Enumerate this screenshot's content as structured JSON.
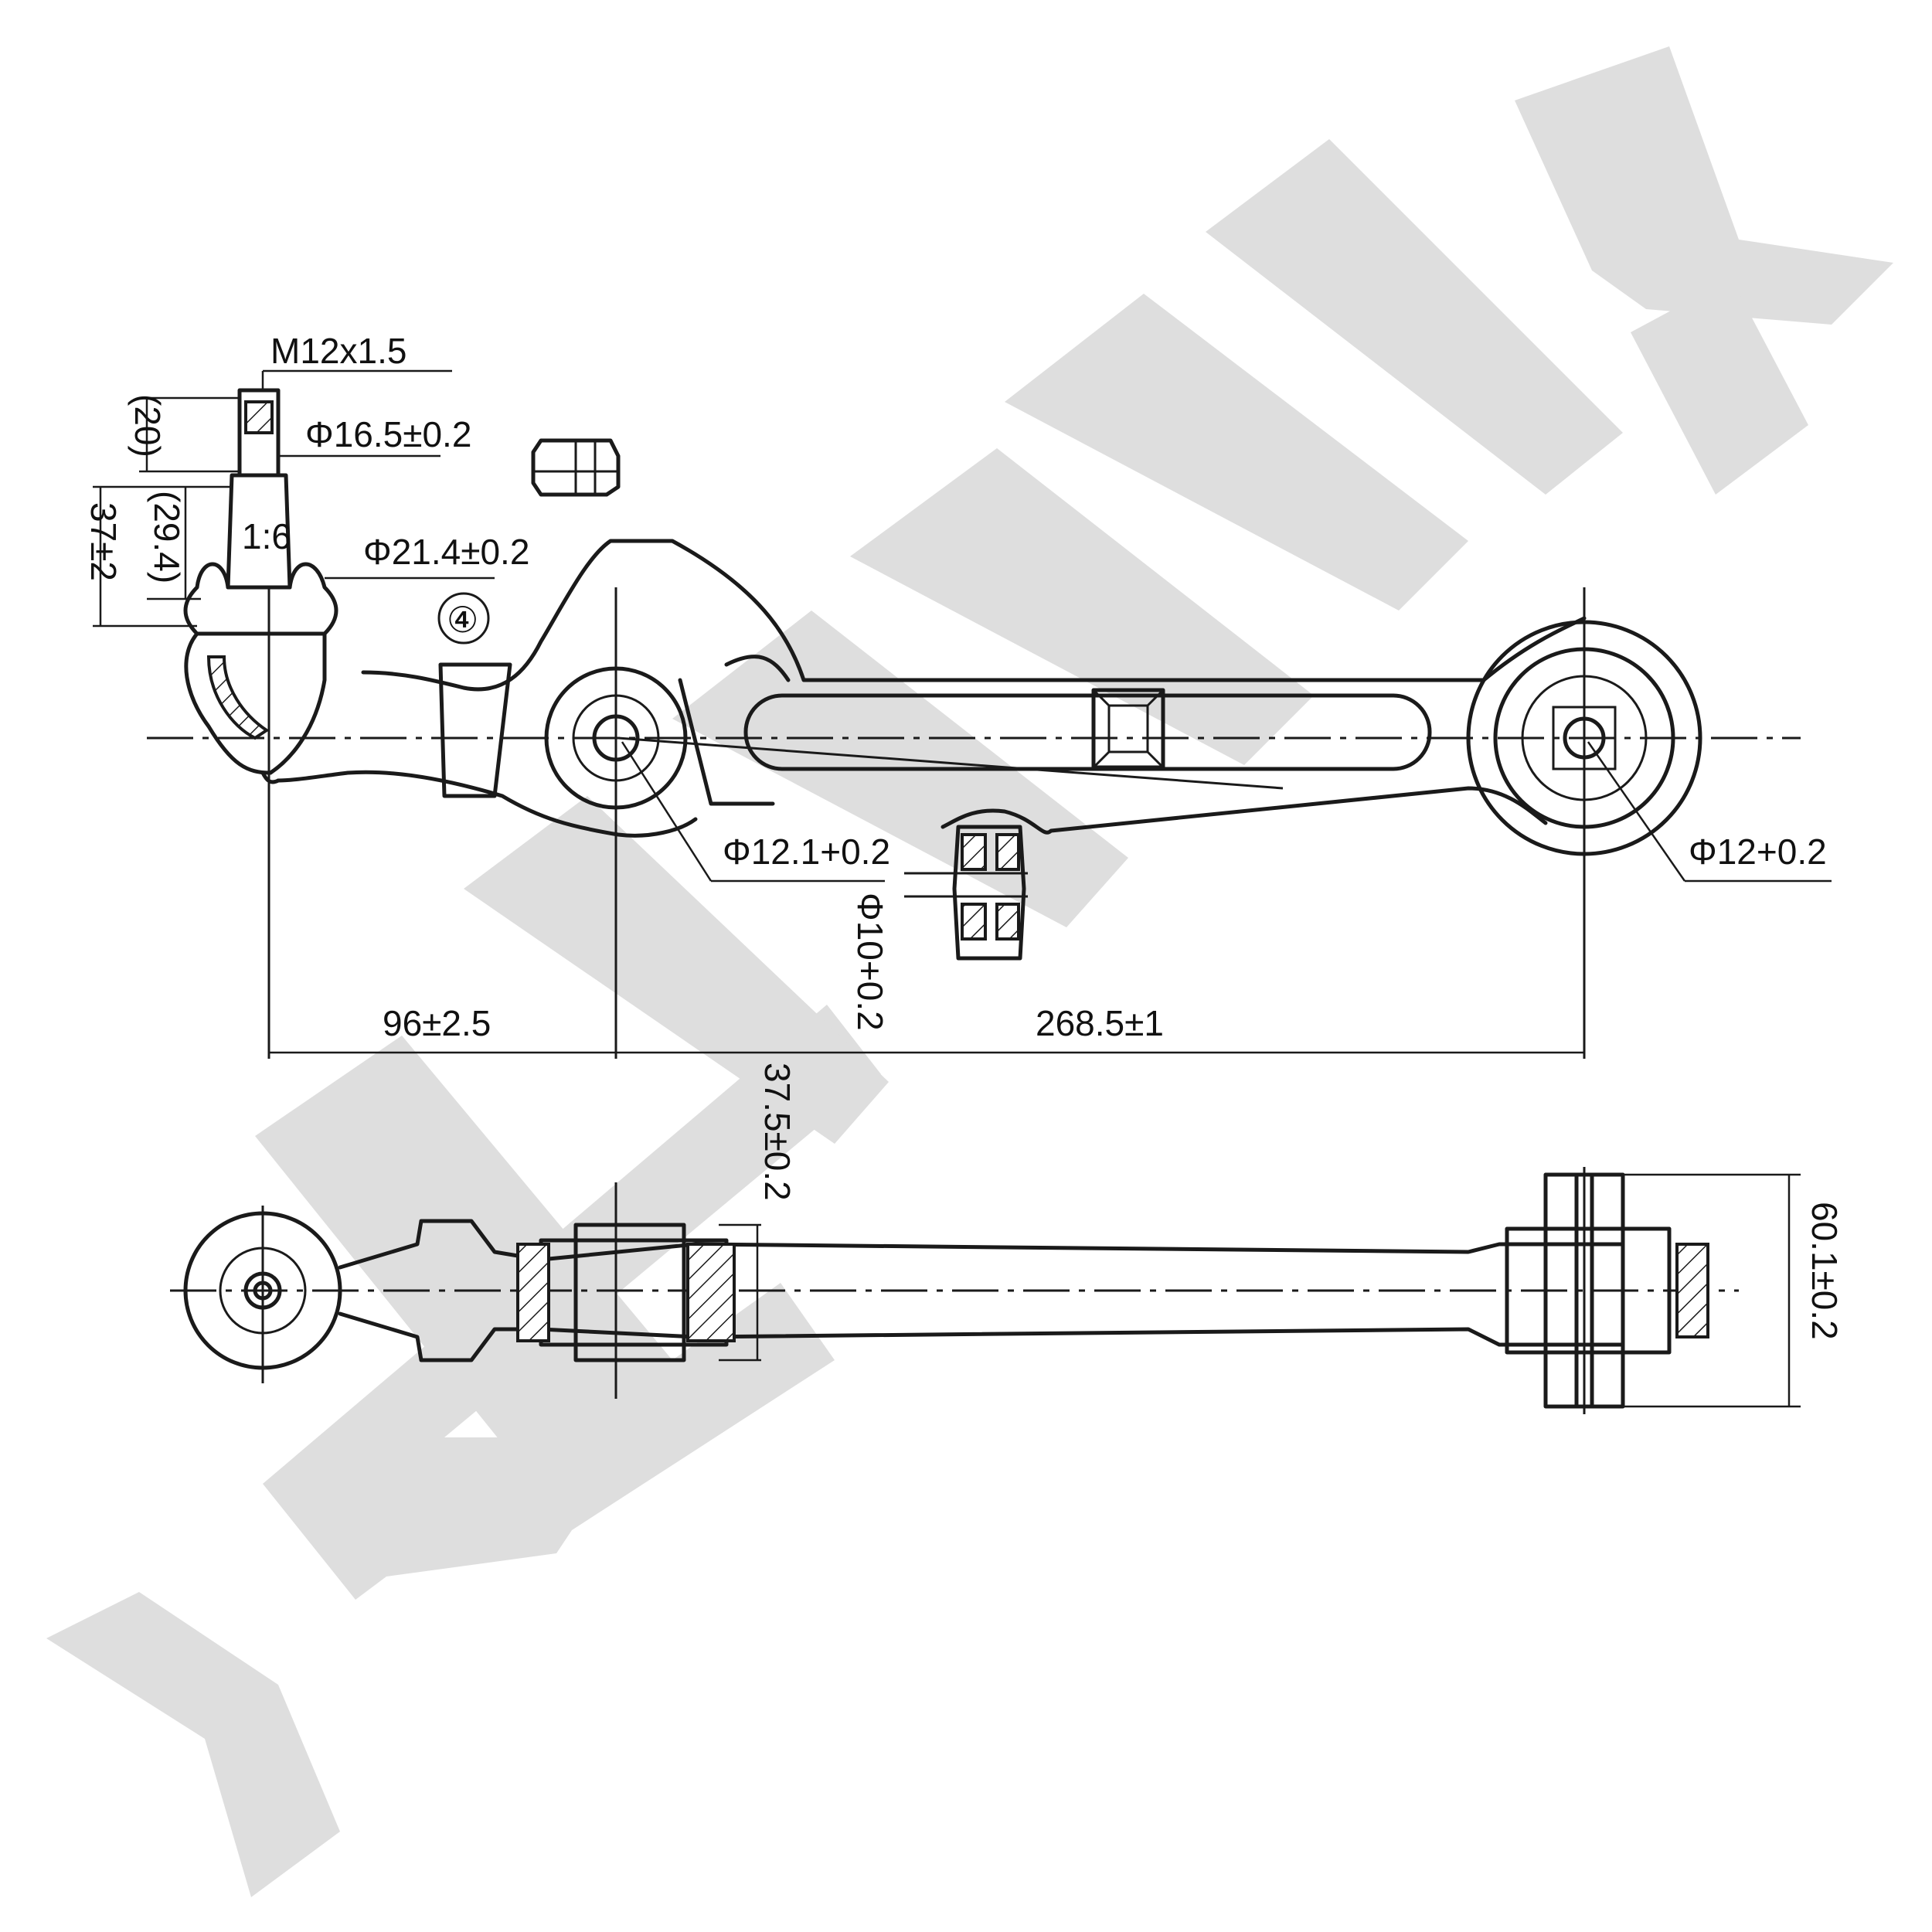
{
  "watermark": {
    "text": "ZENNEK",
    "color": "#dedede"
  },
  "labels": {
    "thread": "M12x1.5",
    "ballstud_dia": "Φ16.5±0.2",
    "taper": "1:6",
    "boot_dia": "Φ21.4±0.2",
    "callout": "④",
    "dim_20": "(20)",
    "dim_29_4": "(29.4)",
    "dim_37": "37±2",
    "bushing1_dia": "Φ12.1+0.2",
    "bushing2_dia": "Φ12+0.2",
    "hole_dia": "Φ10+0.2",
    "dim_96": "96±2.5",
    "dim_268": "268.5±1",
    "dim_37_5": "37.5±0.2",
    "dim_60_1": "60.1±0.2"
  }
}
